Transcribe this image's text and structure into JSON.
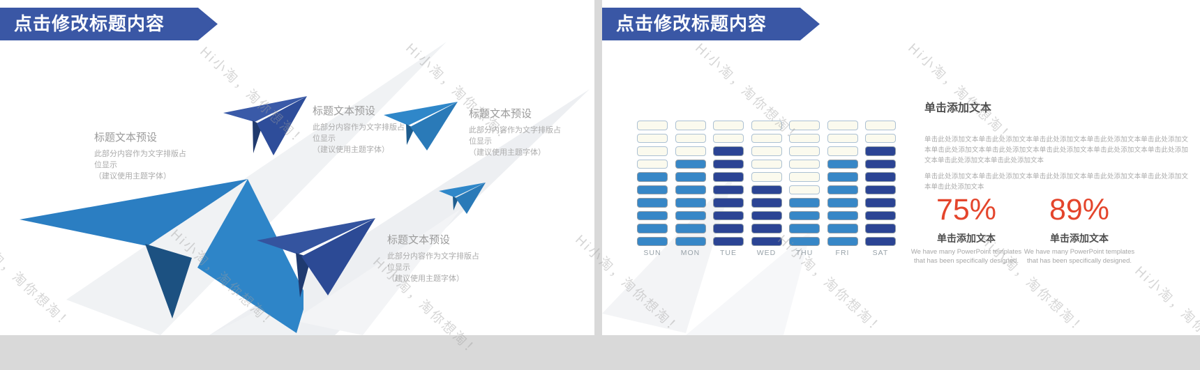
{
  "watermark": {
    "text": "Hi小淘，淘你想淘！"
  },
  "left_slide": {
    "banner_title": "点击修改标题内容",
    "callouts": [
      {
        "title": "标题文本预设",
        "body": "此部分内容作为文字排版占\n位显示\n（建议使用主题字体）"
      },
      {
        "title": "标题文本预设",
        "body": "此部分内容作为文字排版占\n位显示\n（建议使用主题字体）"
      },
      {
        "title": "标题文本预设",
        "body": "此部分内容作为文字排版占\n位显示\n（建议使用主题字体）"
      },
      {
        "title": "标题文本预设",
        "body": "此部分内容作为文字排版占\n位显示\n（建议使用主题字体）"
      }
    ]
  },
  "right_slide": {
    "banner_title": "点击修改标题内容",
    "text_panel": {
      "heading": "单击添加文本",
      "para1": "单击此处添加文本单击此处添加文本单击此处添加文本单击此处添加文本单击此处添加文本单击此处添加文本单击此处添加文本单击此处添加文本单击此处添加文本单击此处添加文本单击此处添加文本单击此处添加文本",
      "para2": "单击此处添加文本单击此处添加文本单击此处添加文本单击此处添加文本单击此处添加文本单击此处添加文本",
      "stats": [
        {
          "value": "75%",
          "label": "单击添加文本",
          "desc": "We have many PowerPoint templates that has been specifically designed."
        },
        {
          "value": "89%",
          "label": "单击添加文本",
          "desc": "We have many PowerPoint templates that has been specifically designed."
        }
      ]
    }
  },
  "chart_data": {
    "type": "bar",
    "subtype": "waffle-columns",
    "title": "",
    "categories": [
      "SUN",
      "MON",
      "TUE",
      "WED",
      "THU",
      "FRI",
      "SAT"
    ],
    "values": [
      6,
      7,
      8,
      5,
      4,
      7,
      8
    ],
    "rows_total": 10,
    "ylim": [
      0,
      10
    ],
    "column_colors": [
      "#3787c7",
      "#3787c7",
      "#2b4494",
      "#2b4494",
      "#3787c7",
      "#3787c7",
      "#2b4494"
    ],
    "empty_fill": "#fbfaee",
    "empty_border": "#abc0d3",
    "legend": "none",
    "grid": "off"
  },
  "colors": {
    "banner_blue": "#3a57a5",
    "accent_red": "#e4452c",
    "plane_navy": "#31519e",
    "plane_blue": "#2b7ec2",
    "slide_bg": "#ffffff",
    "frame_bg": "#d9d9d9"
  }
}
